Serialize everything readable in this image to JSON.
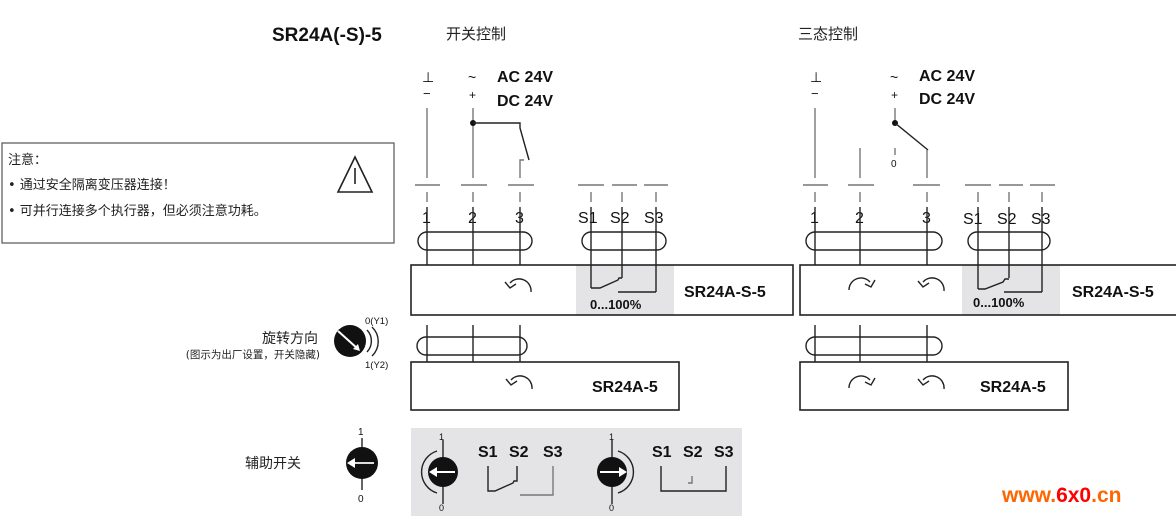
{
  "model_title": "SR24A(-S)-5",
  "colors": {
    "gray_panel": "#e4e4e6",
    "muted_label": "#999999",
    "watermark_orange": "#ff6600",
    "watermark_red": "#ff0000",
    "accent_blue": "#1a3a8a"
  },
  "note": {
    "heading": "注意：",
    "items": [
      "• 通过安全隔离变压器连接！",
      "• 可并行连接多个执行器，但必须注意功耗。"
    ],
    "icon": "warning-triangle-icon"
  },
  "switch_control": {
    "title": "开关控制",
    "supply": {
      "ground": "⊥",
      "minus": "−",
      "tilde": "~",
      "plus": "+",
      "ac": "AC 24V",
      "dc": "DC 24V"
    },
    "terminals": [
      "1",
      "2",
      "3"
    ],
    "aux_terminals": [
      "S1",
      "S2",
      "S3"
    ],
    "device_s": {
      "name": "SR24A-S-5",
      "range": "0...100%"
    },
    "device": {
      "name": "SR24A-5"
    }
  },
  "three_state_control": {
    "title": "三态控制",
    "supply": {
      "ground": "⊥",
      "minus": "−",
      "tilde": "~",
      "plus": "+",
      "ac": "AC 24V",
      "dc": "DC 24V",
      "zero": "0"
    },
    "terminals": [
      "1",
      "2",
      "3"
    ],
    "aux_terminals": [
      "S1",
      "S2",
      "S3"
    ],
    "device_s": {
      "name": "SR24A-S-5",
      "range": "0...100%"
    },
    "device": {
      "name": "SR24A-5"
    }
  },
  "rotation": {
    "label": "旋转方向",
    "sublabel": "(图示为出厂设置，开关隐藏)",
    "pos0": "0(Y1)",
    "pos1": "1(Y2)"
  },
  "aux_switch": {
    "label": "辅助开关",
    "pos1": "1",
    "pos0": "0",
    "left_state": {
      "s1": "S1",
      "s2": "S2",
      "s3": "S3",
      "muted": "S3"
    },
    "right_state": {
      "s1": "S1",
      "s2": "S2",
      "s3": "S3",
      "muted": "S2"
    }
  },
  "watermark": {
    "prefix": "www.",
    "middle": "6x0",
    "suffix": ".cn"
  }
}
